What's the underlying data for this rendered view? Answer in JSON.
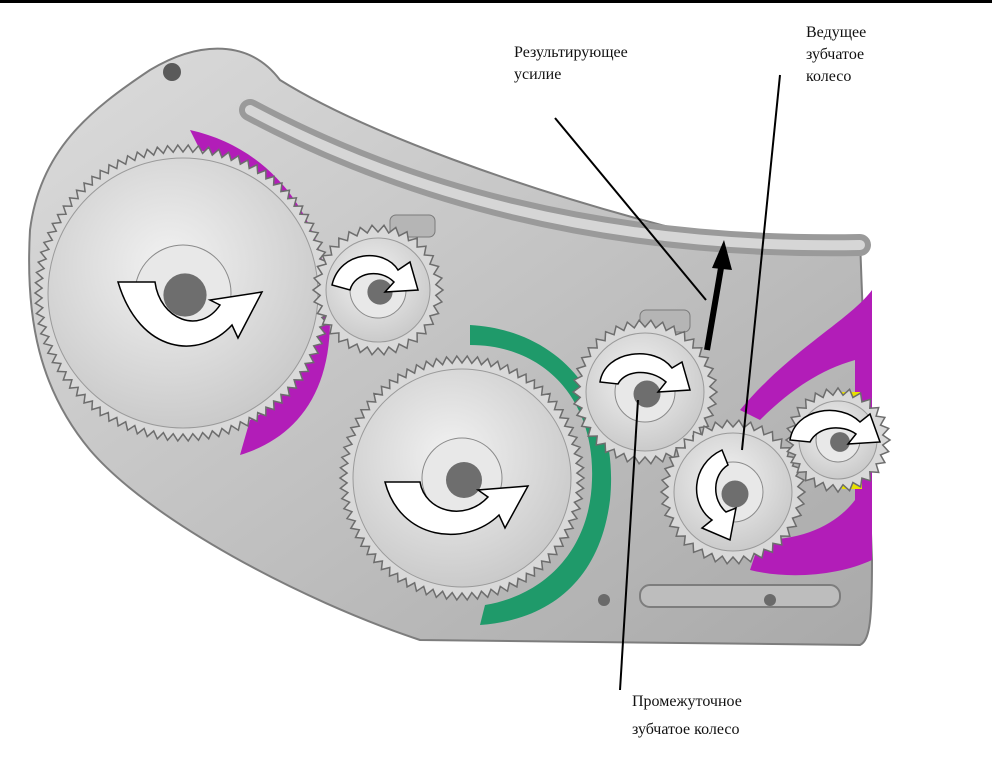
{
  "labels": {
    "resultant_force": [
      "Результирующее",
      "усилие"
    ],
    "drive_gear": [
      "Ведущее",
      "зубчатое",
      "колесо"
    ],
    "idler_gear": [
      "Промежуточное",
      "зубчатое колесо"
    ]
  },
  "colors": {
    "housing": "#c9c9c9",
    "housing_dark": "#8e8e8e",
    "gear": "#d9d9d9",
    "gear_edge": "#6d6d6d",
    "magenta_part": "#b21db8",
    "green_part": "#1f9a6a",
    "yellow_part": "#e8e000",
    "arrow_fill": "#ffffff",
    "leader_line": "#000000"
  }
}
